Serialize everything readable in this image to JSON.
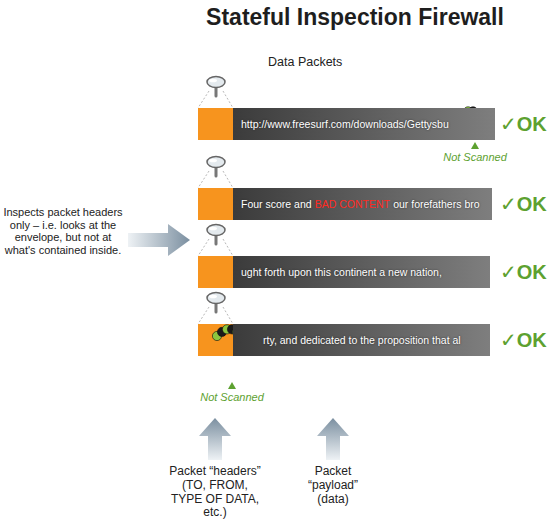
{
  "diagram": {
    "title": "Stateful Inspection Firewall",
    "nodes": [
      {
        "text": [
          "http://www.freesurf.com/downloads/Gettysbu"
        ]
      },
      {
        "text": [
          "Four score and",
          "BAD CONTENT",
          "our forefathers bro"
        ]
      },
      {
        "text": [
          "ught forth upon this continent a new nation,"
        ]
      },
      {
        "text": [
          "rty, and dedicated to the proposition that al"
        ]
      }
    ],
    "labels": [
      "Data Packets",
      "✓OK",
      "Not Scanned",
      "✓OK",
      "✓OK",
      "✓OK",
      "Not Scanned",
      "Inspects packet headers only – i.e. looks at the envelope, but not at what's contained inside.",
      "Packet “headers” (TO, FROM, TYPE OF DATA, etc.)",
      "Packet “payload” (data)"
    ]
  }
}
